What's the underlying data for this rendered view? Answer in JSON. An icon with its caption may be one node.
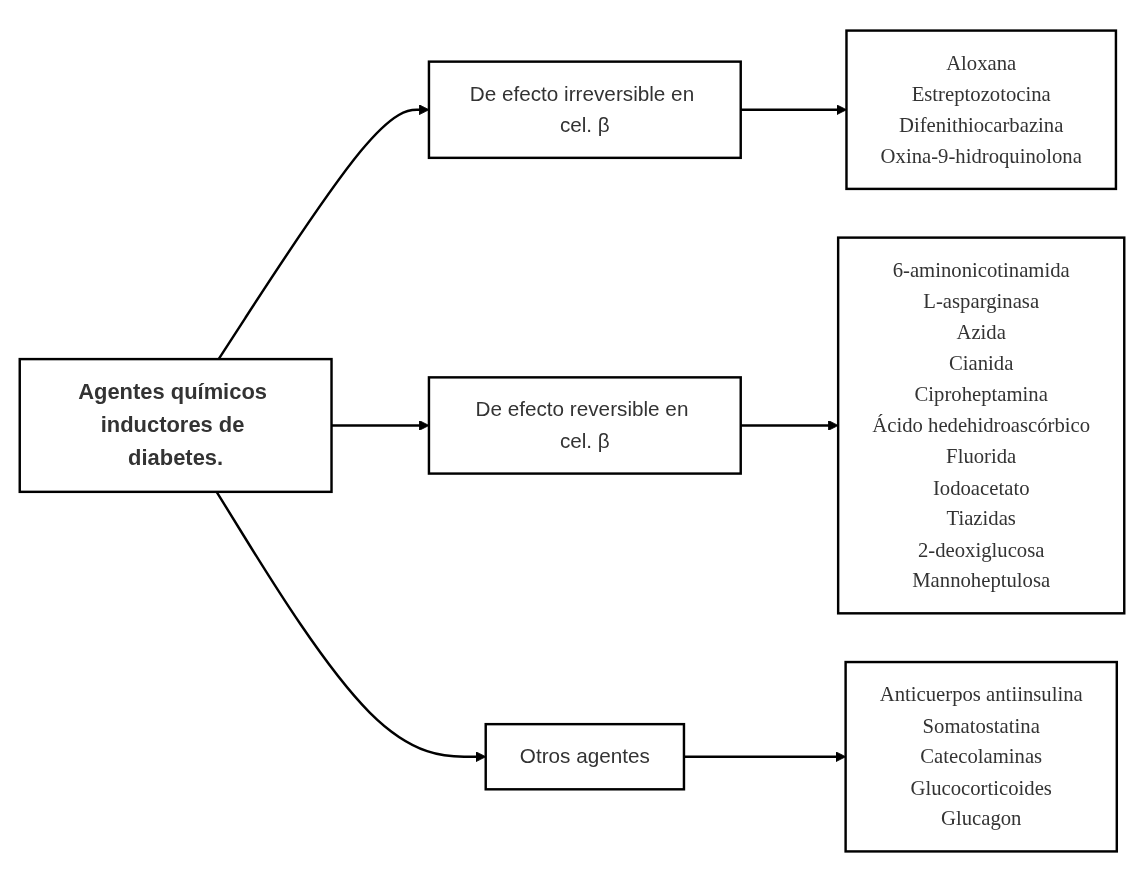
{
  "diagram": {
    "nodes": [
      {
        "text": [
          "Agentes químicos inductores de diabetes."
        ]
      },
      {
        "text": [
          "De efecto irreversible en cel. β"
        ]
      },
      {
        "text": [
          "Aloxana",
          "Estreptozotocina",
          "Difenithiocarbazina",
          "Oxina-9-hidroquinolona"
        ]
      },
      {
        "text": [
          "De efecto reversible en cel. β"
        ]
      },
      {
        "text": [
          "6-aminonicotinamida",
          "L-asparginasa",
          "Azida",
          "Cianida",
          "Ciproheptamina",
          "Ácido hedehidroascórbico",
          "Fluorida",
          "Iodoacetato",
          "Tiazidas",
          "2-deoxiglucosa",
          "Mannoheptulosa"
        ]
      },
      {
        "text": [
          "Otros agentes"
        ]
      },
      {
        "text": [
          "Anticuerpos antiinsulina",
          "Somatostatina",
          "Catecolaminas",
          "Glucocorticoides",
          "Glucagon"
        ]
      }
    ],
    "edges": [
      {
        "from": 0,
        "to": 1,
        "arrow": "to"
      },
      {
        "from": 0,
        "to": 3,
        "arrow": "to"
      },
      {
        "from": 0,
        "to": 5,
        "arrow": "to"
      },
      {
        "from": 1,
        "to": 2,
        "arrow": "to"
      },
      {
        "from": 3,
        "to": 4,
        "arrow": "to"
      },
      {
        "from": 5,
        "to": 6,
        "arrow": "to"
      }
    ]
  }
}
